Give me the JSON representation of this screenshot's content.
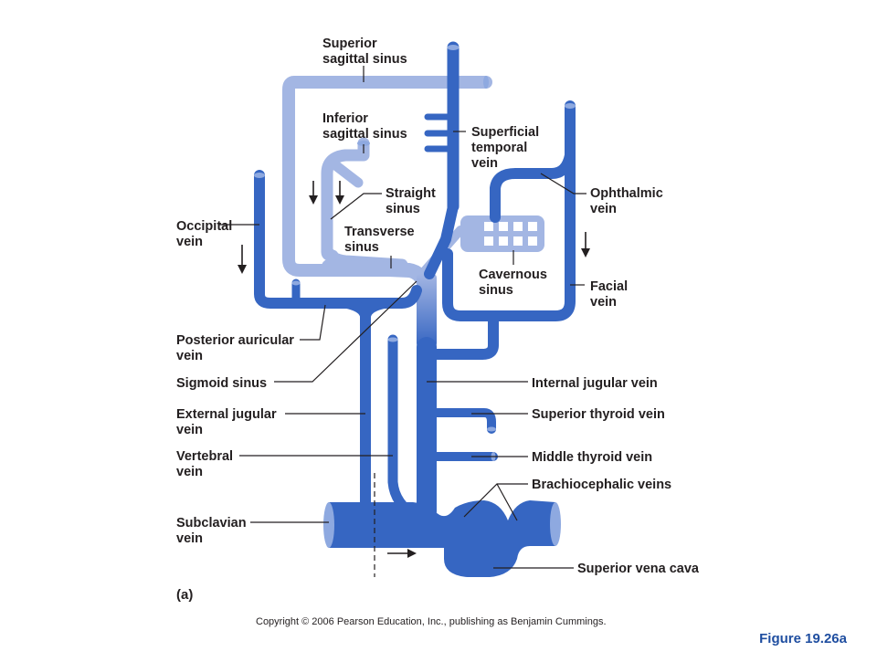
{
  "labels": {
    "superior_sagittal_sinus": [
      "Superior",
      "sagittal sinus"
    ],
    "inferior_sagittal_sinus": [
      "Inferior",
      "sagittal sinus"
    ],
    "superficial_temporal_vein": [
      "Superficial",
      "temporal",
      "vein"
    ],
    "straight_sinus": [
      "Straight",
      "sinus"
    ],
    "ophthalmic_vein": [
      "Ophthalmic",
      "vein"
    ],
    "occipital_vein": [
      "Occipital",
      "vein"
    ],
    "transverse_sinus": [
      "Transverse",
      "sinus"
    ],
    "cavernous_sinus": [
      "Cavernous",
      "sinus"
    ],
    "facial_vein": [
      "Facial",
      "vein"
    ],
    "posterior_auricular_vein": [
      "Posterior auricular",
      "vein"
    ],
    "sigmoid_sinus": [
      "Sigmoid sinus"
    ],
    "internal_jugular_vein": [
      "Internal jugular vein"
    ],
    "external_jugular_vein": [
      "External jugular",
      "vein"
    ],
    "superior_thyroid_vein": [
      "Superior thyroid vein"
    ],
    "vertebral_vein": [
      "Vertebral",
      "vein"
    ],
    "middle_thyroid_vein": [
      "Middle thyroid vein"
    ],
    "brachiocephalic_veins": [
      "Brachiocephalic veins"
    ],
    "subclavian_vein": [
      "Subclavian",
      "vein"
    ],
    "superior_vena_cava": [
      "Superior vena cava"
    ]
  },
  "panel_label": "(a)",
  "copyright": "Copyright © 2006 Pearson Education, Inc., publishing as Benjamin Cummings.",
  "figure_label": "Figure 19.26a",
  "colors": {
    "sinus": "#a3b6e3",
    "vein": "#3666c2",
    "vein_end": "#8ea9e0",
    "text": "#231f20",
    "figure_label": "#1f4ea0"
  }
}
